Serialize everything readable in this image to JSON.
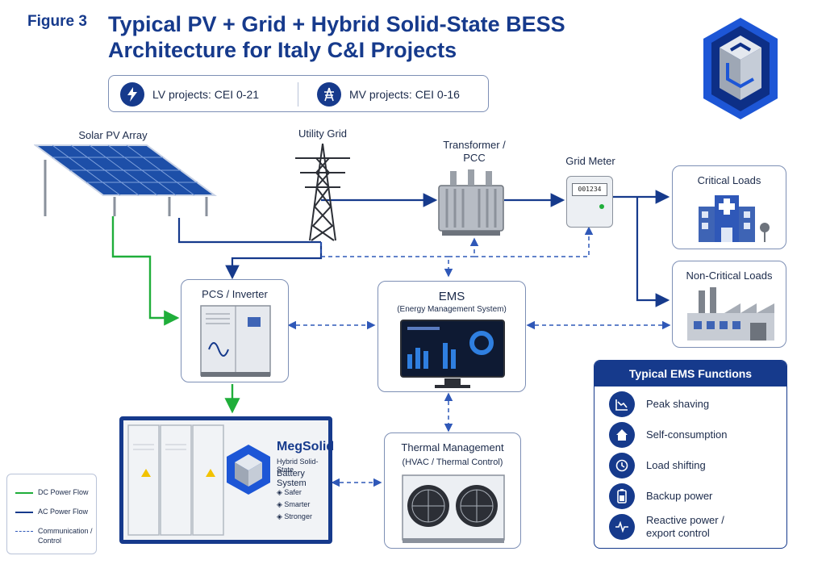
{
  "figure_label": "Figure 3",
  "title_line1": "Typical PV + Grid + Hybrid Solid-State BESS",
  "title_line2": "Architecture for Italy C&I Projects",
  "standards": {
    "lv": "LV projects: CEI 0-21",
    "mv": "MV projects: CEI 0-16"
  },
  "components": {
    "solar": "Solar PV Array",
    "grid": "Utility Grid",
    "transformer_line1": "Transformer /",
    "transformer_line2": "PCC",
    "meter": "Grid Meter",
    "meter_display": "001234",
    "critical_loads": "Critical Loads",
    "noncritical_loads": "Non-Critical Loads",
    "pcs": "PCS / Inverter",
    "ems_title": "EMS",
    "ems_subtitle": "(Energy Management System)",
    "thermal_title": "Thermal Management",
    "thermal_subtitle": "(HVAC / Thermal Control)"
  },
  "battery": {
    "brand": "MegSolid",
    "line1": "Hybrid Solid-State",
    "line2": "Battery System",
    "features": [
      "Safer",
      "Smarter",
      "Stronger"
    ]
  },
  "ems_functions": {
    "title": "Typical EMS Functions",
    "items": [
      {
        "label": "Peak shaving",
        "icon": "chart-down-icon"
      },
      {
        "label": "Self-consumption",
        "icon": "home-icon"
      },
      {
        "label": "Load shifting",
        "icon": "clock-icon"
      },
      {
        "label": "Backup power",
        "icon": "battery-icon"
      },
      {
        "label": "Reactive power /",
        "label2": "export control",
        "icon": "waveform-icon"
      }
    ]
  },
  "legend": {
    "dc": "DC Power Flow",
    "ac": "AC Power Flow",
    "comm_line1": "Communication /",
    "comm_line2": "Control"
  },
  "colors": {
    "navy": "#163a8c",
    "dc_green": "#1fae3a",
    "ac_blue": "#163a8c",
    "comm_blue": "#2f58b8"
  }
}
